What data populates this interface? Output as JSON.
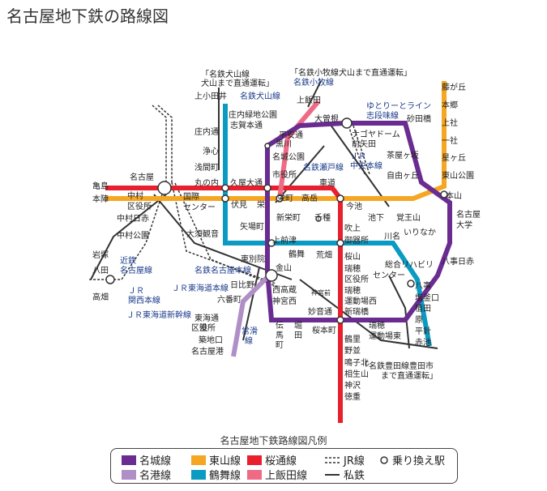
{
  "title": "名古屋地下鉄の路線図",
  "legend": {
    "title": "名古屋地下鉄路線図凡例",
    "items": [
      {
        "label": "名城線",
        "color": "#6a2c91"
      },
      {
        "label": "東山線",
        "color": "#f5a623"
      },
      {
        "label": "桜通線",
        "color": "#e8202e"
      },
      {
        "label": "JR線",
        "symbol": "jr-line"
      },
      {
        "label": "乗り換え駅",
        "symbol": "transfer-circle"
      },
      {
        "label": "名港線",
        "color": "#b08fc7"
      },
      {
        "label": "鶴舞線",
        "color": "#0b9bc2"
      },
      {
        "label": "上飯田線",
        "color": "#ef6b85"
      },
      {
        "label": "私鉄",
        "symbol": "private-line"
      }
    ]
  },
  "line_colors": {
    "meijo": "#6a2c91",
    "higashiyama": "#f5a623",
    "sakuradori": "#e8202e",
    "meiko": "#b08fc7",
    "tsurumai": "#0b9bc2",
    "kamiiida": "#ef6b85"
  },
  "notes": {
    "meitetsu_inuyama": "「名鉄犬山線",
    "inuyama_direct": "犬山まで直通運転」",
    "komaki_direct": "「名鉄小牧線犬山まで直通運転」",
    "meitetsu_komaki": "名鉄小牧線",
    "meitetsu_inuyama2": "名鉄犬山線",
    "yutorito": "ゆとりーとライン",
    "shidami": "志段味線",
    "jr_chuo": "ＪＲ",
    "jr_chuo2": "中央本線",
    "meitetsu_seto": "名鉄瀬戸線",
    "kintetsu": "近鉄",
    "kintetsu2": "名古屋線",
    "jr_kansai": "ＪＲ",
    "jr_kansai2": "関西本線",
    "jr_tokaido": "ＪＲ東海道本線",
    "jr_shinkansen": "ＪＲ東海道新幹線",
    "meitetsu_nagoya": "名鉄名古屋本線",
    "tokoname": "常滑",
    "tokoname2": "線",
    "toyota_direct": "「名鉄豊田線豊田市",
    "toyota_direct2": "まで直通運転」"
  },
  "stations": {
    "kamiotai": "上小田井",
    "shonaidori": "庄内通",
    "joshin": "浄心",
    "sengencho": "浅間町",
    "marunouchi": "丸の内",
    "hisayaodori": "久屋大通",
    "nagoya": "名古屋",
    "kameshima": "亀島",
    "honjin": "本陣",
    "nakamurakuyakusho": "中村",
    "nakamurakuyakusho2": "区役所",
    "nakamuranisseki": "中村日赤",
    "nakamurakoen": "中村公園",
    "iwatsuka": "岩塚",
    "hatta": "八田",
    "takabata": "高畑",
    "kokusai": "国際",
    "kokusai2": "センター",
    "fushimi": "伏見",
    "sakae": "栄",
    "sakaemachi": "栄町",
    "takaoka": "高岳",
    "kurumamichi": "車道",
    "imaike": "今池",
    "ikeshita": "池下",
    "kakuozan": "覚王山",
    "motoyama": "本山",
    "higashiyamakoen": "東山公園",
    "hoshigaoka": "星ヶ丘",
    "issha": "一社",
    "kamiyashiro": "上社",
    "hongo": "本郷",
    "fujigaoka": "藤が丘",
    "shonairyokuchi": "庄内緑地公園",
    "shiganohondori": "志賀本通",
    "heianodori": "平安通",
    "kurokawa": "黒川",
    "meijokoen": "名城公園",
    "shiyakusho": "市役所",
    "kamiiida": "上飯田",
    "ozone": "大曽根",
    "nagoyadome": "ナゴヤドーム",
    "nagoyadome2": "前矢田",
    "sunadabashi": "砂田橋",
    "chayagasaka": "茶屋ヶ坂",
    "jiyugaoka": "自由ヶ丘",
    "nagoyadaigaku": "名古屋",
    "nagoyadaigaku2": "大学",
    "yagotonisseki": "八事日赤",
    "yagoto": "八事",
    "shinsakae": "新栄町",
    "chikusa": "千種",
    "fukiage": "吹上",
    "gokisosho": "御器所",
    "kawana": "川名",
    "iriaka": "いりなか",
    "osu": "大須観音",
    "yabacho": "矢場町",
    "kamimaezu": "上前津",
    "tsurumai": "鶴舞",
    "arahata": "荒畑",
    "higashibetsuin": "東別院",
    "kanayama": "金山",
    "hibino": "日比野",
    "rokubancho": "六番町",
    "nishitakakura": "西高蔵",
    "jingunishi": "神宮西",
    "denmacho": "伝",
    "denmacho2": "馬",
    "denmacho3": "町",
    "horita": "堀",
    "horita2": "田",
    "tokaidori": "東海通",
    "minatokuyakusho": "港",
    "minatokuyakusho2": "区役所",
    "tsukiji": "築地口",
    "nagoyako": "名古屋港",
    "sakurayama": "桜山",
    "mizuho": "瑞穂",
    "mizuho2": "区役所",
    "mizuhounjo": "瑞穂",
    "mizuhounjo2": "運動場西",
    "aratamabashi": "新瑞橋",
    "myoonndori": "妙音通",
    "sakuramotomachi": "桜本町",
    "mizuhoundojo": "瑞穂",
    "mizuhoundojo2": "運動場東",
    "sogo": "総合リハビリ",
    "sogo2": "センター",
    "tsurusato": "鶴里",
    "nonami": "野並",
    "narumiko": "鳴子北",
    "aioiyama": "相生山",
    "kamisawa": "神沢",
    "tokushige": "徳重",
    "shiogamaguchi": "塩釜口",
    "ueda": "植田",
    "hara": "原",
    "hirabari": "平針",
    "akaike": "赤池",
    "jingumae": "神宮前",
    "yagoto2": "八事"
  }
}
